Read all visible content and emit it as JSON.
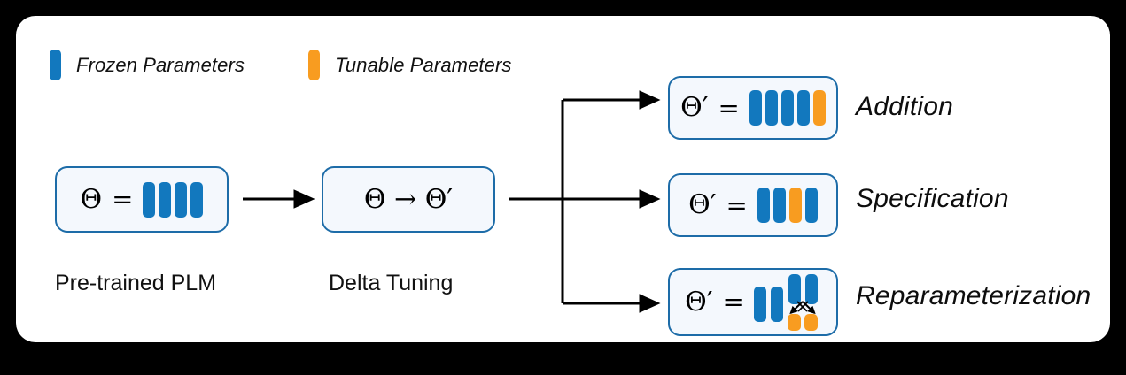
{
  "figure": {
    "background_color": "#000000",
    "panel_color": "#ffffff",
    "frozen_color": "#1278be",
    "tunable_color": "#f89c20",
    "box_border_color": "#1d6ca8",
    "box_fill_color": "#f4f8fd"
  },
  "legend": {
    "items": [
      {
        "label": "Frozen Parameters",
        "color": "#1278be",
        "kind": "frozen"
      },
      {
        "label": "Tunable Parameters",
        "color": "#f89c20",
        "kind": "tunable"
      }
    ]
  },
  "pipeline": {
    "plm": {
      "equation_lhs": "Θ =",
      "theta": "Θ",
      "eq": "=",
      "caption": "Pre-trained PLM",
      "bars": [
        "frozen",
        "frozen",
        "frozen",
        "frozen"
      ]
    },
    "delta": {
      "equation": "Θ → Θ′",
      "caption": "Delta Tuning"
    }
  },
  "methods": [
    {
      "name": "Addition",
      "theta": "Θ′",
      "eq": "=",
      "bars": [
        "frozen",
        "frozen",
        "frozen",
        "frozen",
        "tunable"
      ]
    },
    {
      "name": "Specification",
      "theta": "Θ′",
      "eq": "=",
      "bars": [
        "frozen",
        "frozen",
        "tunable",
        "frozen"
      ]
    },
    {
      "name": "Reparameterization",
      "theta": "Θ′",
      "eq": "=",
      "bars": [
        "frozen",
        "frozen",
        "frozen",
        "frozen"
      ],
      "low_rank_bars": [
        "tunable",
        "tunable"
      ]
    }
  ]
}
